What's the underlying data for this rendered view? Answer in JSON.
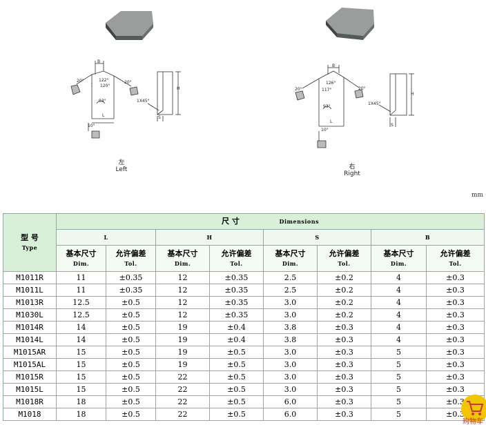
{
  "figure": {
    "left_caption_cn": "左",
    "left_caption_en": "Left",
    "right_caption_cn": "右",
    "right_caption_en": "Right",
    "left_labels": {
      "b": "B",
      "a20l": "20°",
      "a122": "122°",
      "a120": "120°",
      "a20r": "20°",
      "a93": "93°",
      "l": "L",
      "a10": "10°",
      "h": "H",
      "chamfer": "1X45°",
      "s": "S"
    },
    "right_labels": {
      "b": "B",
      "a20l": "20°",
      "a126": "126°",
      "a117": "117°",
      "a20r": "20°",
      "a93": "93°",
      "l": "L",
      "a10": "10°",
      "h": "H",
      "chamfer": "1X45°",
      "s": "S"
    },
    "unit": "mm"
  },
  "table": {
    "type_cn": "型  号",
    "type_en": "Type",
    "dimensions_cn": "尺 寸",
    "dimensions_en": "Dimensions",
    "groups": [
      "L",
      "H",
      "S",
      "B"
    ],
    "dim_cn": "基本尺寸",
    "dim_en": "Dim.",
    "tol_cn": "允许偏差",
    "tol_en": "Tol.",
    "rows": [
      [
        "M1011R",
        "11",
        "±0.35",
        "12",
        "±0.35",
        "2.5",
        "±0.2",
        "4",
        "±0.3"
      ],
      [
        "M1011L",
        "11",
        "±0.35",
        "12",
        "±0.35",
        "2.5",
        "±0.2",
        "4",
        "±0.3"
      ],
      [
        "M1013R",
        "12.5",
        "±0.5",
        "12",
        "±0.35",
        "3.0",
        "±0.2",
        "4",
        "±0.3"
      ],
      [
        "M1030L",
        "12.5",
        "±0.5",
        "12",
        "±0.35",
        "3.0",
        "±0.2",
        "4",
        "±0.3"
      ],
      [
        "M1014R",
        "14",
        "±0.5",
        "19",
        "±0.4",
        "3.8",
        "±0.3",
        "4",
        "±0.3"
      ],
      [
        "M1014L",
        "14",
        "±0.5",
        "19",
        "±0.4",
        "3.8",
        "±0.3",
        "4",
        "±0.3"
      ],
      [
        "M1015AR",
        "15",
        "±0.5",
        "19",
        "±0.5",
        "3.0",
        "±0.3",
        "5",
        "±0.3"
      ],
      [
        "M1015AL",
        "15",
        "±0.5",
        "19",
        "±0.5",
        "3.0",
        "±0.3",
        "5",
        "±0.3"
      ],
      [
        "M1015R",
        "15",
        "±0.5",
        "22",
        "±0.5",
        "3.0",
        "±0.3",
        "5",
        "±0.3"
      ],
      [
        "M1015L",
        "15",
        "±0.5",
        "22",
        "±0.5",
        "3.0",
        "±0.3",
        "5",
        "±0.3"
      ],
      [
        "M1018R",
        "18",
        "±0.5",
        "22",
        "±0.5",
        "6.0",
        "±0.3",
        "5",
        "±0.3"
      ],
      [
        "M1018",
        "18",
        "±0.5",
        "22",
        "±0.5",
        "6.0",
        "±0.3",
        "5",
        "±0.3"
      ]
    ]
  },
  "cart_label": "购物车",
  "colors": {
    "header_bg": "#d8f0d8",
    "border": "#8fa8a8",
    "insert_top": "#9a9c9c",
    "insert_side": "#4f5353"
  }
}
